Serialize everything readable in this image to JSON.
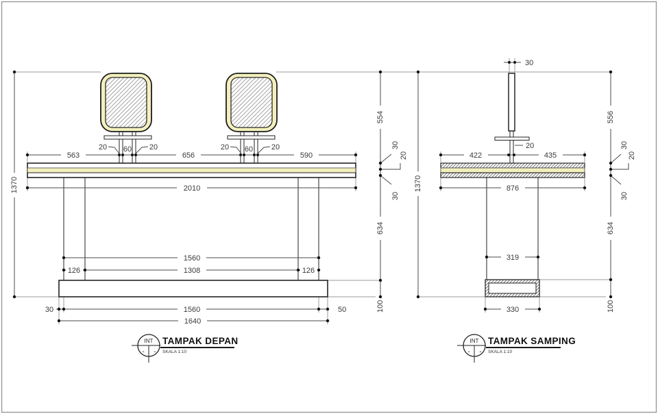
{
  "front": {
    "title": "TAMPAK DEPAN",
    "scale": "SKALA 1:10",
    "ref": "INT",
    "dash": "-",
    "d_total_height": "1370",
    "d_seat_height": "554",
    "d_span_left": "563",
    "d_span_mid": "656",
    "d_span_right": "590",
    "d_post": "20",
    "d_post_gap": "60",
    "d_table_width": "2010",
    "d_layer_top": "30",
    "d_layer_mid": "20",
    "d_layer_bot": "30",
    "d_leg_height": "634",
    "d_base_height": "100",
    "d_legs_outer": "1560",
    "d_legs_inner": "1308",
    "d_leg_width": "126",
    "d_base_left": "30",
    "d_base_span": "1560",
    "d_base_right": "50",
    "d_base_width": "1640"
  },
  "side": {
    "title": "TAMPAK SAMPING",
    "scale": "SKALA 1:10",
    "ref": "INT",
    "dash": "-",
    "d_backrest": "30",
    "d_total_height": "1370",
    "d_seat_height": "556",
    "d_post": "20",
    "d_left": "422",
    "d_right": "435",
    "d_depth": "876",
    "d_layer_top": "30",
    "d_layer_mid": "20",
    "d_layer_bot": "30",
    "d_leg_height": "634",
    "d_base_height": "100",
    "d_leg_span": "319",
    "d_foot_width": "330"
  },
  "colors": {
    "accent_yellow": "#f3f0bd",
    "line": "#151515",
    "dim_line": "#4a4a4a",
    "ext_line": "#9b9b9b"
  }
}
